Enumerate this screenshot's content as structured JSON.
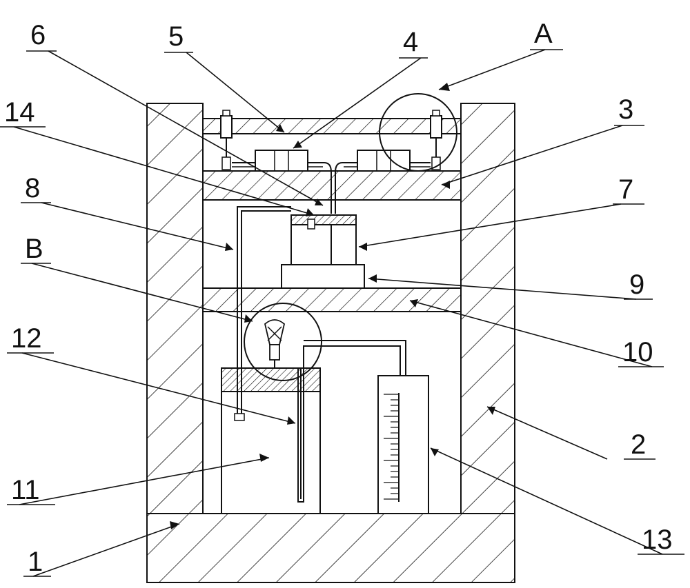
{
  "labels": {
    "l1": "1",
    "l2": "2",
    "l3": "3",
    "l4": "4",
    "l5": "5",
    "l6": "6",
    "l7": "7",
    "l8": "8",
    "l9": "9",
    "l10": "10",
    "l11": "11",
    "l12": "12",
    "l13": "13",
    "l14": "14",
    "lA": "A",
    "lB": "B"
  },
  "colors": {
    "stroke": "#111111",
    "background": "#ffffff"
  }
}
